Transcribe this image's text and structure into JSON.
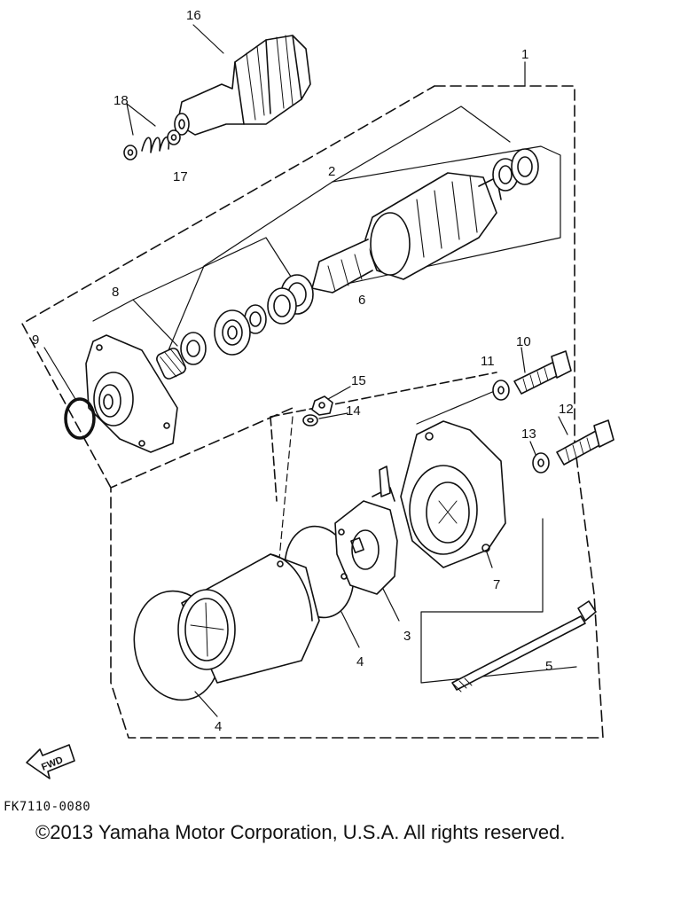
{
  "callouts": {
    "p1": "1",
    "p2": "2",
    "p3": "3",
    "p4a": "4",
    "p4b": "4",
    "p5": "5",
    "p6": "6",
    "p7": "7",
    "p8": "8",
    "p9": "9",
    "p10": "10",
    "p11": "11",
    "p12": "12",
    "p13": "13",
    "p14": "14",
    "p15": "15",
    "p16": "16",
    "p17": "17",
    "p18": "18"
  },
  "fwd_label": "FWD",
  "diagram_code": "FK7110-0080",
  "copyright": "©2013 Yamaha Motor Corporation, U.S.A. All rights reserved."
}
